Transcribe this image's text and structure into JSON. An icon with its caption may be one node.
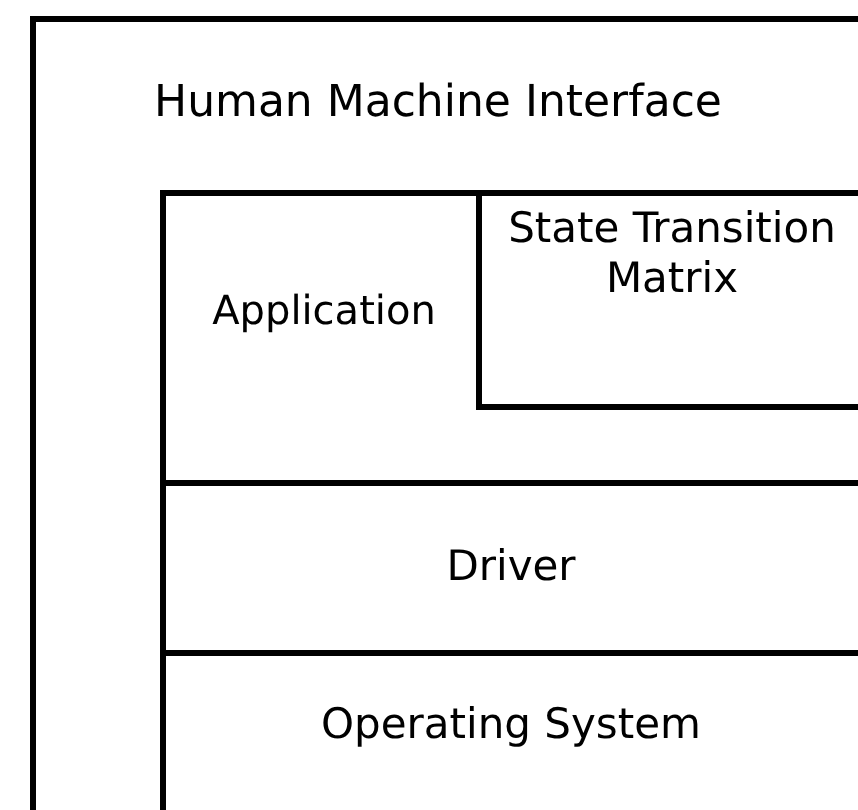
{
  "diagram": {
    "nodes": [
      {
        "text": [
          "Human Machine Interface"
        ]
      },
      {
        "text": [
          "Application"
        ],
        "in": 0
      },
      {
        "text": [
          "State Transition Matrix"
        ],
        "in": 1
      },
      {
        "text": [
          "Driver"
        ],
        "in": 0
      },
      {
        "text": [
          "Operating System"
        ],
        "in": 0
      }
    ]
  }
}
